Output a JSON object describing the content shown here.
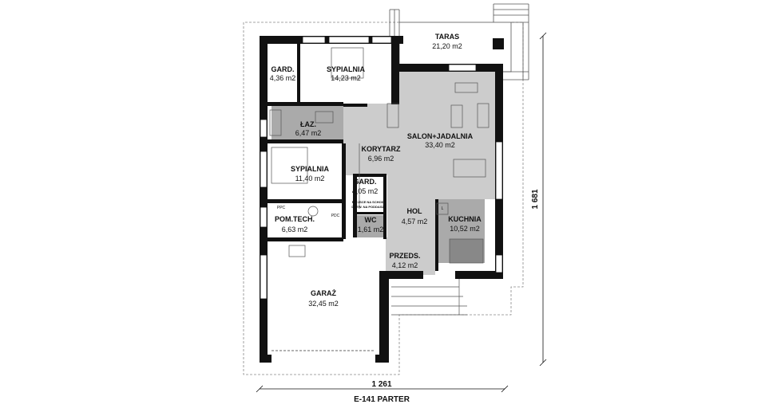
{
  "plan_title": "E-141 PARTER",
  "dimensions": {
    "width": "1 261",
    "depth": "1 681"
  },
  "rooms": {
    "taras": {
      "name": "TARAS",
      "area": "21,20 m2"
    },
    "gard_top": {
      "name": "GARD.",
      "area": "4,36 m2"
    },
    "sypialnia1": {
      "name": "SYPIALNIA",
      "area": "14,23 m2"
    },
    "lazienka": {
      "name": "ŁAZ.",
      "area": "6,47 m2"
    },
    "salon": {
      "name": "SALON+JADALNIA",
      "area": "33,40 m2"
    },
    "korytarz": {
      "name": "KORYTARZ",
      "area": "6,96 m2"
    },
    "sypialnia2": {
      "name": "SYPIALNIA",
      "area": "11,40 m2"
    },
    "gard_mid": {
      "name": "GARD.",
      "area": "4,05 m2"
    },
    "pom_tech": {
      "name": "POM.TECH.",
      "area": "6,63 m2"
    },
    "wc": {
      "name": "WC",
      "area": "1,61 m2"
    },
    "hol": {
      "name": "HOL",
      "area": "4,57 m2"
    },
    "kuchnia": {
      "name": "KUCHNIA",
      "area": "10,52 m2"
    },
    "przedsionek": {
      "name": "PRZEDS.",
      "area": "4,12 m2"
    },
    "garaz": {
      "name": "GARAŻ",
      "area": "32,45 m2"
    }
  },
  "stairs_note": {
    "line1": "MIEJSCE NA SCHODY",
    "line2": "DREW. NA PODDASZE"
  },
  "fixture_labels": {
    "pc": "PPC",
    "kitchen_l": "L",
    "boiler": "PDC"
  },
  "colors": {
    "wall": "#111111",
    "floor_gray": "#cccccc",
    "floor_dark": "#aaaaaa",
    "dash": "#666666"
  }
}
